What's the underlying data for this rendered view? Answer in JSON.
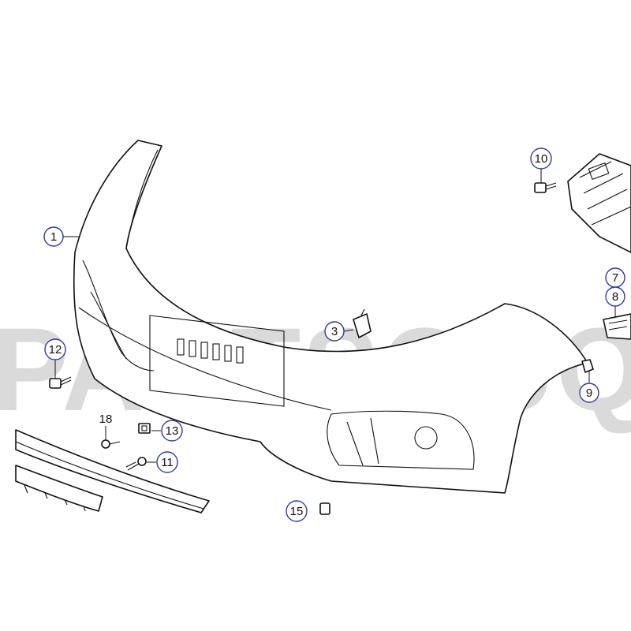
{
  "watermark": {
    "text": "PARTSOUQ",
    "color": "#bdbdbd"
  },
  "callouts": [
    {
      "id": "c1",
      "label": "1",
      "circled": true
    },
    {
      "id": "c3",
      "label": "3",
      "circled": true
    },
    {
      "id": "c7",
      "label": "7",
      "circled": true
    },
    {
      "id": "c8",
      "label": "8",
      "circled": true
    },
    {
      "id": "c9",
      "label": "9",
      "circled": true
    },
    {
      "id": "c10",
      "label": "10",
      "circled": true
    },
    {
      "id": "c11",
      "label": "11",
      "circled": true
    },
    {
      "id": "c12",
      "label": "12",
      "circled": true
    },
    {
      "id": "c13",
      "label": "13",
      "circled": true
    },
    {
      "id": "c15",
      "label": "15",
      "circled": true
    },
    {
      "id": "c18",
      "label": "18",
      "circled": false
    }
  ],
  "colors": {
    "callout_ring": "#2f3aa8",
    "line": "#111111",
    "background": "#ffffff"
  }
}
